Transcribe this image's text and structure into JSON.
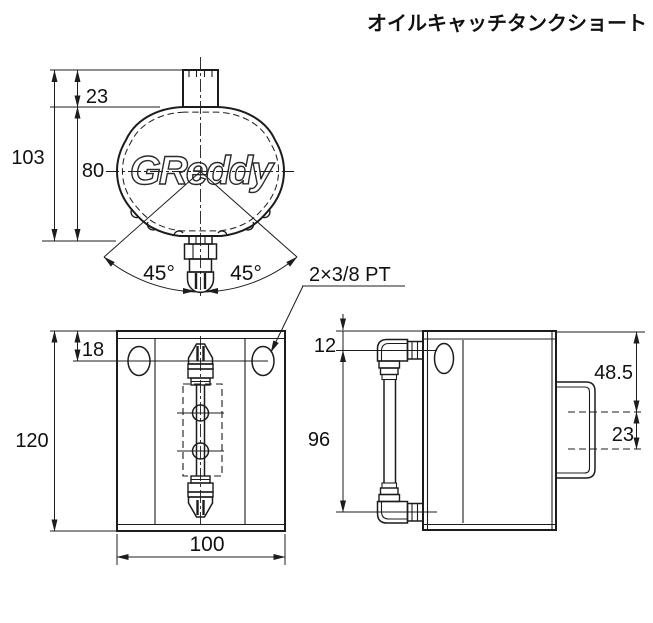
{
  "title": "オイルキャッチタンクショート",
  "top_view": {
    "logo": "GReddy",
    "dim_overall": "103",
    "dim_body": "80",
    "dim_neck": "23",
    "angle_left": "45°",
    "angle_right": "45°",
    "port_note": "2×3/8 PT"
  },
  "front_view": {
    "dim_height": "120",
    "dim_hole_offset": "18",
    "dim_width": "100"
  },
  "side_view": {
    "dim_port_offset": "12",
    "dim_fitting_span": "96",
    "dim_bracket_top": "48.5",
    "dim_bracket_slot": "23"
  },
  "colors": {
    "line": "#1c1c1c",
    "background": "#ffffff"
  }
}
